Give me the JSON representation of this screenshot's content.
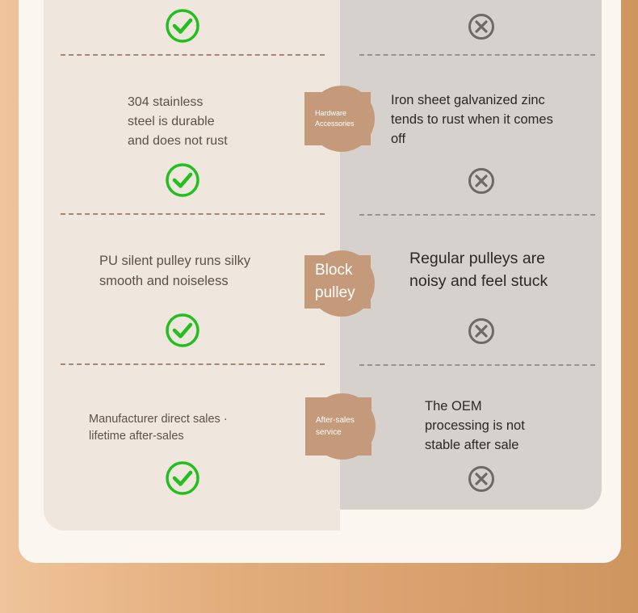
{
  "rows": [
    {
      "category": "Hardware\nAccessories",
      "ours": "304 stainless\nsteel is durable\nand does not rust",
      "theirs": "Iron sheet galvanized zinc\ntends to rust when it comes\noff"
    },
    {
      "category": "Block\npulley",
      "ours": "PU silent pulley runs silky\n smooth and noiseless",
      "theirs": "Regular pulleys are\nnoisy and feel stuck"
    },
    {
      "category": "After-sales\nservice",
      "ours": "Manufacturer direct sales ·\nlifetime after-sales",
      "theirs": "The OEM\nprocessing is not\nstable after sale"
    }
  ],
  "icons": {
    "ours": "green-check-circle-icon",
    "theirs": "gray-x-circle-icon"
  },
  "colors": {
    "check_green": "#22c01e",
    "cross_gray": "#6f6864",
    "badge_brown": "#c49a7b",
    "left_panel": "#efe7dd",
    "right_panel": "#d6d1cc"
  }
}
